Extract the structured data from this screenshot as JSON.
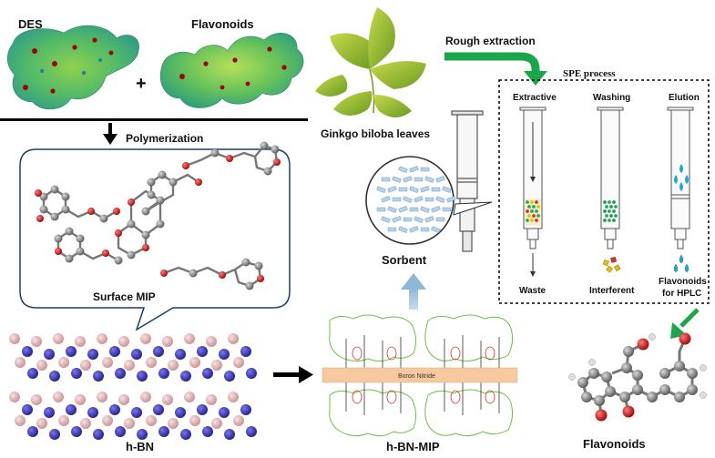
{
  "labels": {
    "des": "DES",
    "flavonoids_top": "Flavonoids",
    "plus": "+",
    "polymerization": "Polymerization",
    "surface_mip": "Surface MIP",
    "hbn": "h-BN",
    "hbn_mip": "h-BN-MIP",
    "boron_nitride": "Boron Nitride",
    "ginkgo": "Ginkgo biloba leaves",
    "rough_extraction": "Rough extraction",
    "sorbent": "Sorbent",
    "spe_process": "SPE process",
    "extractive": "Extractive",
    "washing": "Washing",
    "elution": "Elution",
    "waste": "Waste",
    "interferent": "Interferent",
    "flavonoids_hplc_1": "Flavonoids",
    "flavonoids_hplc_2": "for HPLC",
    "flavonoids_bottom": "Flavonoids"
  },
  "colors": {
    "green_arrow": "#1aa64a",
    "light_blue_arrow": "#9cc3dd",
    "boron_nitride_bar": "#f6c9a0",
    "bn_pink": "#e8b4b8",
    "bn_blue": "#3a35b5",
    "polymer_green": "#6cc04a"
  }
}
